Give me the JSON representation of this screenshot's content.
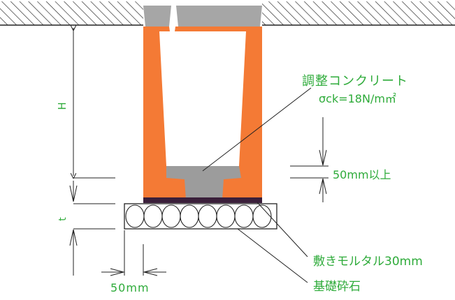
{
  "labels": {
    "height": "H",
    "thickness": "t",
    "adjust_concrete": "調整コンクリート",
    "strength": "σck=18N/m㎡",
    "clearance": "50mm以上",
    "mortar": "敷きモルタル30mm",
    "gravel": "基礎砕石",
    "width_50": "50mm"
  },
  "colors": {
    "wall": "#f47a35",
    "adjust": "#9c9c9c",
    "lid": "#a6a6a6",
    "mortar": "#3a1f3a",
    "label_green": "#2eab3a",
    "line": "#222222"
  }
}
